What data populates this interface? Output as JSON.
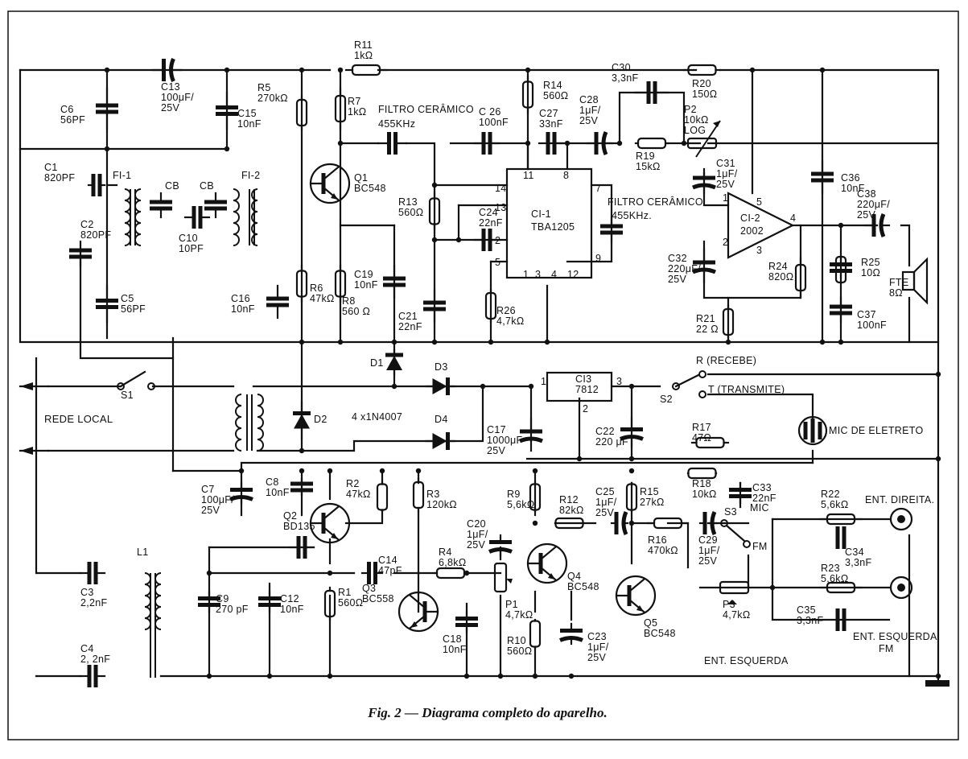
{
  "caption": "Fig. 2 — Diagrama completo do aparelho.",
  "components": {
    "R1": [
      "R1",
      "560Ω"
    ],
    "R2": [
      "R2",
      "47kΩ"
    ],
    "R3": [
      "R3",
      "120kΩ"
    ],
    "R4": [
      "R4",
      "6,8kΩ"
    ],
    "R5": [
      "R5",
      "270kΩ"
    ],
    "R6": [
      "R6",
      "47kΩ"
    ],
    "R7": [
      "R7",
      "1kΩ"
    ],
    "R8": [
      "R8",
      "560 Ω"
    ],
    "R9": [
      "R9",
      "5,6kΩ"
    ],
    "R10": [
      "R10",
      "560Ω"
    ],
    "R11": [
      "R11",
      "1kΩ"
    ],
    "R12": [
      "R12",
      "82kΩ"
    ],
    "R13": [
      "R13",
      "560Ω"
    ],
    "R14": [
      "R14",
      "560Ω"
    ],
    "R15": [
      "R15",
      "27kΩ"
    ],
    "R16": [
      "R16",
      "470kΩ"
    ],
    "R17": [
      "R17",
      "47Ω"
    ],
    "R18": [
      "R18",
      "10kΩ"
    ],
    "R19": [
      "R19",
      "15kΩ"
    ],
    "R20": [
      "R20",
      "150Ω"
    ],
    "R21": [
      "R21",
      "22 Ω"
    ],
    "R22": [
      "R22",
      "5,6kΩ"
    ],
    "R23": [
      "R23",
      "5,6kΩ"
    ],
    "R24": [
      "R24",
      "820Ω"
    ],
    "R25": [
      "R25",
      "10Ω"
    ],
    "R26": [
      "R26",
      "4,7kΩ"
    ],
    "C1": [
      "C1",
      "820PF"
    ],
    "C2": [
      "C2",
      "820PF"
    ],
    "C3": [
      "C3",
      "2,2nF"
    ],
    "C4": [
      "C4",
      "2, 2nF"
    ],
    "C5": [
      "C5",
      "56PF"
    ],
    "C6": [
      "C6",
      "56PF"
    ],
    "C7": [
      "C7",
      "100μF/",
      "25V"
    ],
    "C8": [
      "C8",
      "10nF"
    ],
    "C9": [
      "C9",
      "270 pF"
    ],
    "C10": [
      "C10",
      "10PF"
    ],
    "C12": [
      "C12",
      "10nF"
    ],
    "C13": [
      "C13",
      "100μF/",
      "25V"
    ],
    "C14": [
      "C14",
      "47pF"
    ],
    "C15": [
      "C15",
      "10nF"
    ],
    "C16": [
      "C16",
      "10nF"
    ],
    "C17": [
      "C17",
      "1000μF",
      "25V"
    ],
    "C18": [
      "C18",
      "10nF"
    ],
    "C19": [
      "C19",
      "10nF"
    ],
    "C20": [
      "C20",
      "1μF/",
      "25V"
    ],
    "C21": [
      "C21",
      "22nF"
    ],
    "C22": [
      "C22",
      "220 μF"
    ],
    "C23": [
      "C23",
      "1μF/",
      "25V"
    ],
    "C24": [
      "C24",
      "22nF"
    ],
    "C25": [
      "C25",
      "1μF/",
      "25V"
    ],
    "C26": [
      "C 26",
      "100nF"
    ],
    "C27": [
      "C27",
      "33nF"
    ],
    "C28": [
      "C28",
      "1μF/",
      "25V"
    ],
    "C29": [
      "C29",
      "1μF/",
      "25V"
    ],
    "C30": [
      "C30",
      "3,3nF"
    ],
    "C31": [
      "C31",
      "1μF/",
      "25V"
    ],
    "C32": [
      "C32",
      "220μF/",
      "25V"
    ],
    "C33": [
      "C33",
      "22nF"
    ],
    "C34": [
      "C34",
      "3,3nF"
    ],
    "C35": [
      "C35",
      "3,3nF"
    ],
    "C36": [
      "C36",
      "10nF"
    ],
    "C37": [
      "C37",
      "100nF"
    ],
    "C38": [
      "C38",
      "220μF/",
      "25V"
    ],
    "CB1": [
      "CB"
    ],
    "CB2": [
      "CB"
    ],
    "Q1": [
      "Q1",
      "BC548"
    ],
    "Q2": [
      "Q2",
      "BD135"
    ],
    "Q3": [
      "Q3",
      "BC558"
    ],
    "Q4": [
      "Q4",
      "BC548"
    ],
    "Q5": [
      "Q5",
      "BC548"
    ],
    "FI1": [
      "FI-1"
    ],
    "FI2": [
      "FI-2"
    ],
    "L1": [
      "L1"
    ],
    "P1": [
      "P1",
      "4,7kΩ"
    ],
    "P2": [
      "P2",
      "10kΩ",
      "LOG"
    ],
    "P3": [
      "P3",
      "4,7kΩ"
    ],
    "D1": [
      "D1"
    ],
    "D2": [
      "D2"
    ],
    "D3": [
      "D3"
    ],
    "D4": [
      "D4"
    ],
    "S1": [
      "S1"
    ],
    "S2": [
      "S2"
    ],
    "S3": [
      "S3"
    ],
    "CI1": [
      "CI-1",
      "TBA1205"
    ],
    "CI2": [
      "CI-2",
      "2002"
    ],
    "CI3": [
      "CI3",
      "7812"
    ],
    "FTE": [
      "FTE",
      "8Ω"
    ]
  },
  "ci1_pins": [
    "14",
    "13",
    "2",
    "5",
    "11",
    "8",
    "7",
    "9",
    "1",
    "3",
    "4",
    "12"
  ],
  "ci2_pins": [
    "1",
    "5",
    "2",
    "3",
    "4"
  ],
  "ci3_pins": [
    "1",
    "3",
    "2"
  ],
  "labels": {
    "filtro_ceramico_1": "FILTRO CERÂMICO",
    "freq_1": "455KHz",
    "filtro_ceramico_2": "FILTRO CERÂMICO",
    "freq_2": "455KHz.",
    "rede_local": "REDE LOCAL",
    "diodes": "4 x1N4007",
    "s2_recebe": "R (RECEBE)",
    "s2_transmite": "T (TRANSMITE)",
    "mic": "MIC DE ELETRETO",
    "mic_short": "MIC",
    "fm": "FM",
    "ent_direita": "ENT. DIREITA.",
    "ent_esquerda_fm_1": "ENT. ESQUERDA",
    "ent_esquerda_fm_2": "FM",
    "ent_esquerda": "ENT. ESQUERDA"
  }
}
